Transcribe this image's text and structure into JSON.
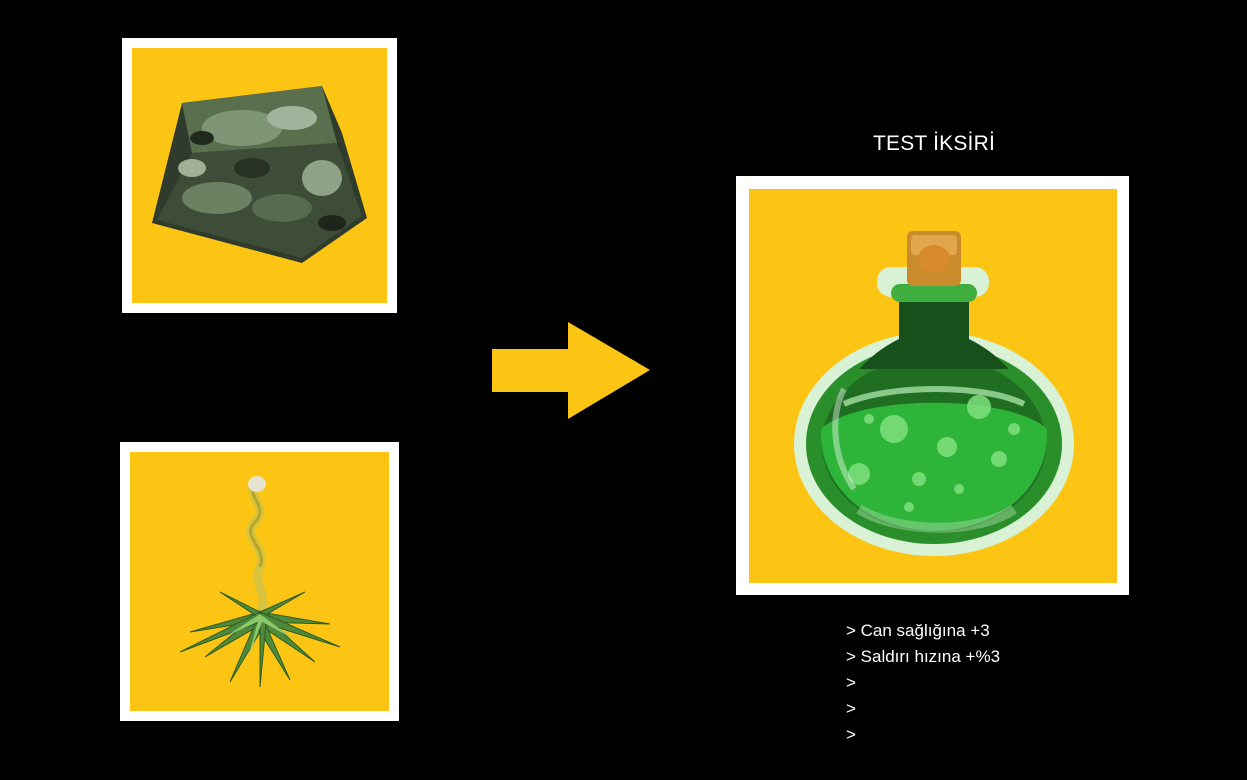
{
  "ingredients": [
    {
      "name": "stone",
      "icon": "mossy-stone-icon"
    },
    {
      "name": "herb",
      "icon": "herb-plant-icon"
    }
  ],
  "result": {
    "title": "TEST İKSİRİ",
    "icon": "green-potion-icon"
  },
  "effects": [
    "> Can sağlığına +3",
    "> Saldırı hızına +%3",
    ">",
    ">",
    ">"
  ],
  "colors": {
    "background": "#000000",
    "slot_border": "#ffffff",
    "slot_fill": "#fdc513",
    "arrow": "#fdc513",
    "text": "#ffffff"
  },
  "arrow_icon": "right-arrow-icon"
}
